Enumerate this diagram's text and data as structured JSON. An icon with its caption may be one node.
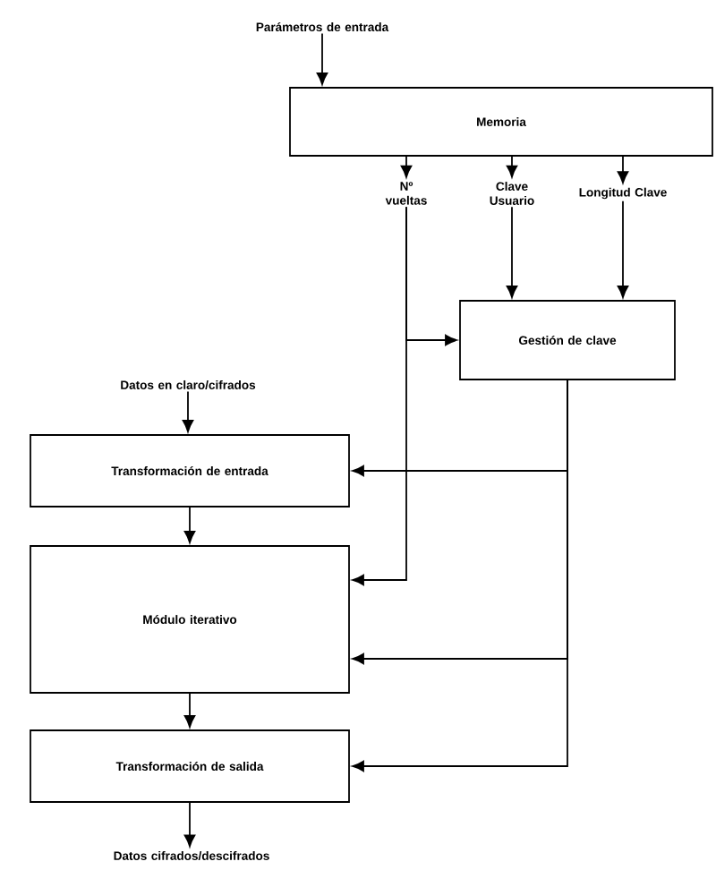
{
  "diagram": {
    "nodes": [
      {
        "text": [
          "Parámetros de entrada"
        ]
      },
      {
        "text": [
          "Memoria"
        ]
      },
      {
        "text": [
          "Nº vueltas"
        ]
      },
      {
        "text": [
          "Clave Usuario"
        ]
      },
      {
        "text": [
          "Longitud Clave"
        ]
      },
      {
        "text": [
          "Gestión de clave"
        ]
      },
      {
        "text": [
          "Datos en claro/cifrados"
        ]
      },
      {
        "text": [
          "Transformación de entrada"
        ]
      },
      {
        "text": [
          "Módulo iterativo"
        ]
      },
      {
        "text": [
          "Transformación de salida"
        ]
      },
      {
        "text": [
          "Datos cifrados/descifrados"
        ]
      }
    ],
    "edges": [
      {
        "from": 0,
        "to": 1,
        "arrow": "to"
      },
      {
        "from": 1,
        "to": 2,
        "arrow": "to"
      },
      {
        "from": 1,
        "to": 3,
        "arrow": "to"
      },
      {
        "from": 1,
        "to": 4,
        "arrow": "to"
      },
      {
        "from": 3,
        "to": 5,
        "arrow": "to"
      },
      {
        "from": 4,
        "to": 5,
        "arrow": "to"
      },
      {
        "from": 2,
        "to": 5,
        "arrow": "to"
      },
      {
        "from": 2,
        "to": 8,
        "arrow": "to"
      },
      {
        "from": 5,
        "to": 7,
        "arrow": "to"
      },
      {
        "from": 5,
        "to": 8,
        "arrow": "to"
      },
      {
        "from": 5,
        "to": 9,
        "arrow": "to"
      },
      {
        "from": 6,
        "to": 7,
        "arrow": "to"
      },
      {
        "from": 7,
        "to": 8,
        "arrow": "to"
      },
      {
        "from": 8,
        "to": 9,
        "arrow": "to"
      },
      {
        "from": 9,
        "to": 10,
        "arrow": "to"
      }
    ]
  }
}
